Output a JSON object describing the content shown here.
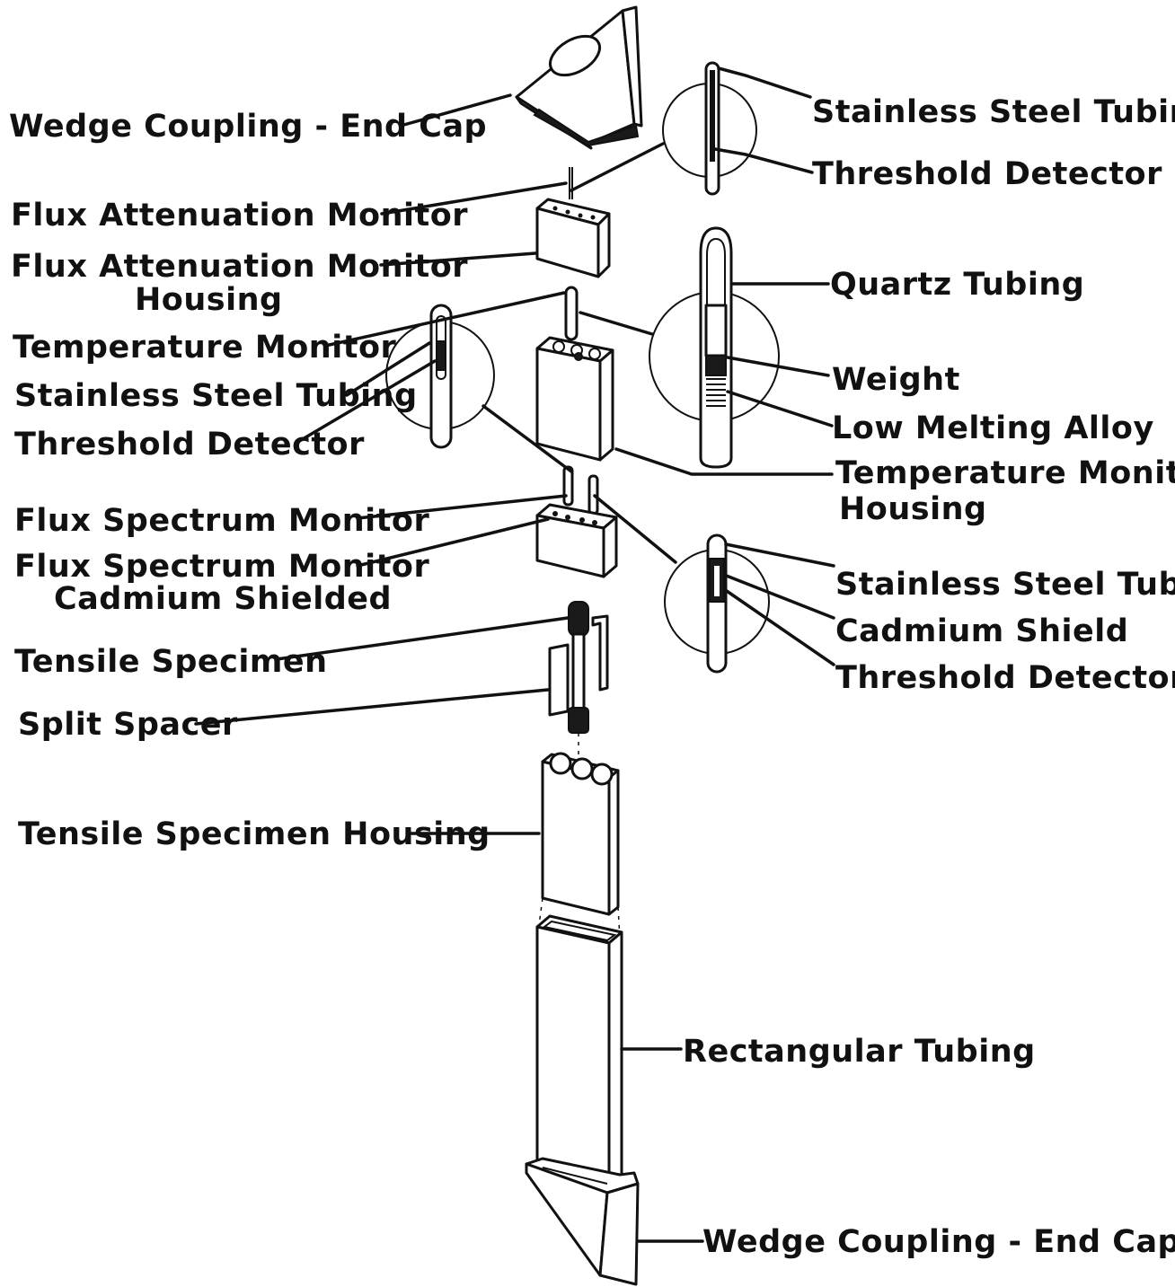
{
  "labels": {
    "wedge_top": "Wedge Coupling - End Cap",
    "ss_tubing_1": "Stainless Steel Tubing",
    "threshold_1": "Threshold Detector",
    "flux_atten": "Flux Attenuation Monitor",
    "flux_atten_housing_1": "Flux Attenuation Monitor",
    "flux_atten_housing_2": "Housing",
    "quartz": "Quartz Tubing",
    "temp_monitor": "Temperature Monitor",
    "weight": "Weight",
    "ss_tubing_2": "Stainless Steel Tubing",
    "low_melting": "Low Melting Alloy",
    "threshold_2": "Threshold Detector",
    "temp_housing_1": "Temperature Monitor",
    "temp_housing_2": "Housing",
    "flux_spec": "Flux Spectrum Monitor",
    "flux_spec_cd_1": "Flux Spectrum Monitor",
    "flux_spec_cd_2": "Cadmium Shielded",
    "ss_tubing_3": "Stainless Steel Tubing",
    "cadmium_shield": "Cadmium Shield",
    "threshold_3": "Threshold Detector",
    "tensile_specimen": "Tensile Specimen",
    "split_spacer": "Split Spacer",
    "tensile_housing": "Tensile Specimen Housing",
    "rect_tubing": "Rectangular Tubing",
    "wedge_bottom": "Wedge Coupling - End Cap"
  }
}
